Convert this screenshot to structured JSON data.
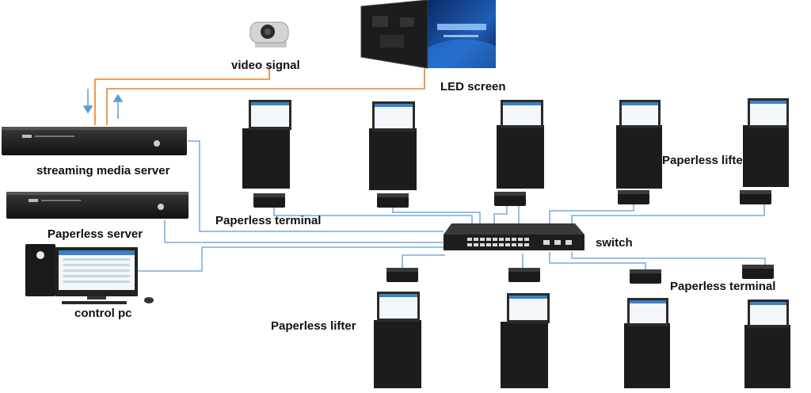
{
  "colors": {
    "signal_line": "#e8802a",
    "network_line": "#5b9bd5",
    "arrow": "#5b9bd5",
    "device_dark": "#1f1f1f",
    "screen_blue": "#1d4f9c"
  },
  "labels": {
    "video_signal": "video signal",
    "led_screen": "LED screen",
    "streaming_media_server": "streaming media server",
    "paperless_server": "Paperless server",
    "control_pc": "control pc",
    "paperless_terminal_left": "Paperless terminal",
    "paperless_terminal_right": "Paperless terminal",
    "switch": "switch",
    "paperless_lifter_top": "Paperless lifte",
    "paperless_lifter_bottom": "Paperless lifter"
  },
  "icons": {
    "camera": "ptz-camera-icon",
    "led": "led-screen-icon",
    "server": "rack-server-icon",
    "pc": "desktop-pc-icon",
    "switch": "network-switch-icon",
    "lifter": "paperless-lifter-icon",
    "terminal": "paperless-terminal-box-icon"
  }
}
